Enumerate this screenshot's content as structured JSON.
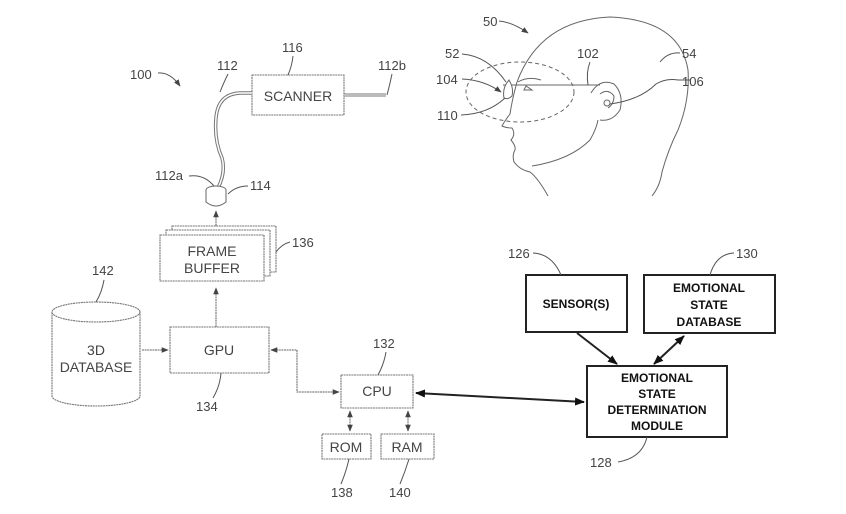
{
  "figure": {
    "system_ref": "100",
    "user_ref": "50"
  },
  "components": {
    "scanner": {
      "label": "SCANNER",
      "ref": "116"
    },
    "fiber": {
      "ref": "112",
      "end_a": "112a",
      "end_b": "112b"
    },
    "lens": {
      "ref": "114"
    },
    "frame_buffer": {
      "line1": "FRAME",
      "line2": "BUFFER",
      "ref": "136"
    },
    "database_3d": {
      "line1": "3D",
      "line2": "DATABASE",
      "ref": "142"
    },
    "gpu": {
      "label": "GPU",
      "ref": "134"
    },
    "cpu": {
      "label": "CPU",
      "ref": "132"
    },
    "rom": {
      "label": "ROM",
      "ref": "138"
    },
    "ram": {
      "label": "RAM",
      "ref": "140"
    },
    "sensors": {
      "label": "SENSOR(S)",
      "ref": "126"
    },
    "emotional_state_db": {
      "line1": "EMOTIONAL",
      "line2": "STATE",
      "line3": "DATABASE",
      "ref": "130"
    },
    "esdm": {
      "line1": "EMOTIONAL",
      "line2": "STATE",
      "line3": "DETERMINATION",
      "line4": "MODULE",
      "ref": "128"
    }
  },
  "head_refs": {
    "eyewear": "52",
    "head": "54",
    "frame_arm": "102",
    "display": "104",
    "ear_speaker": "106",
    "eye_region": "110"
  }
}
